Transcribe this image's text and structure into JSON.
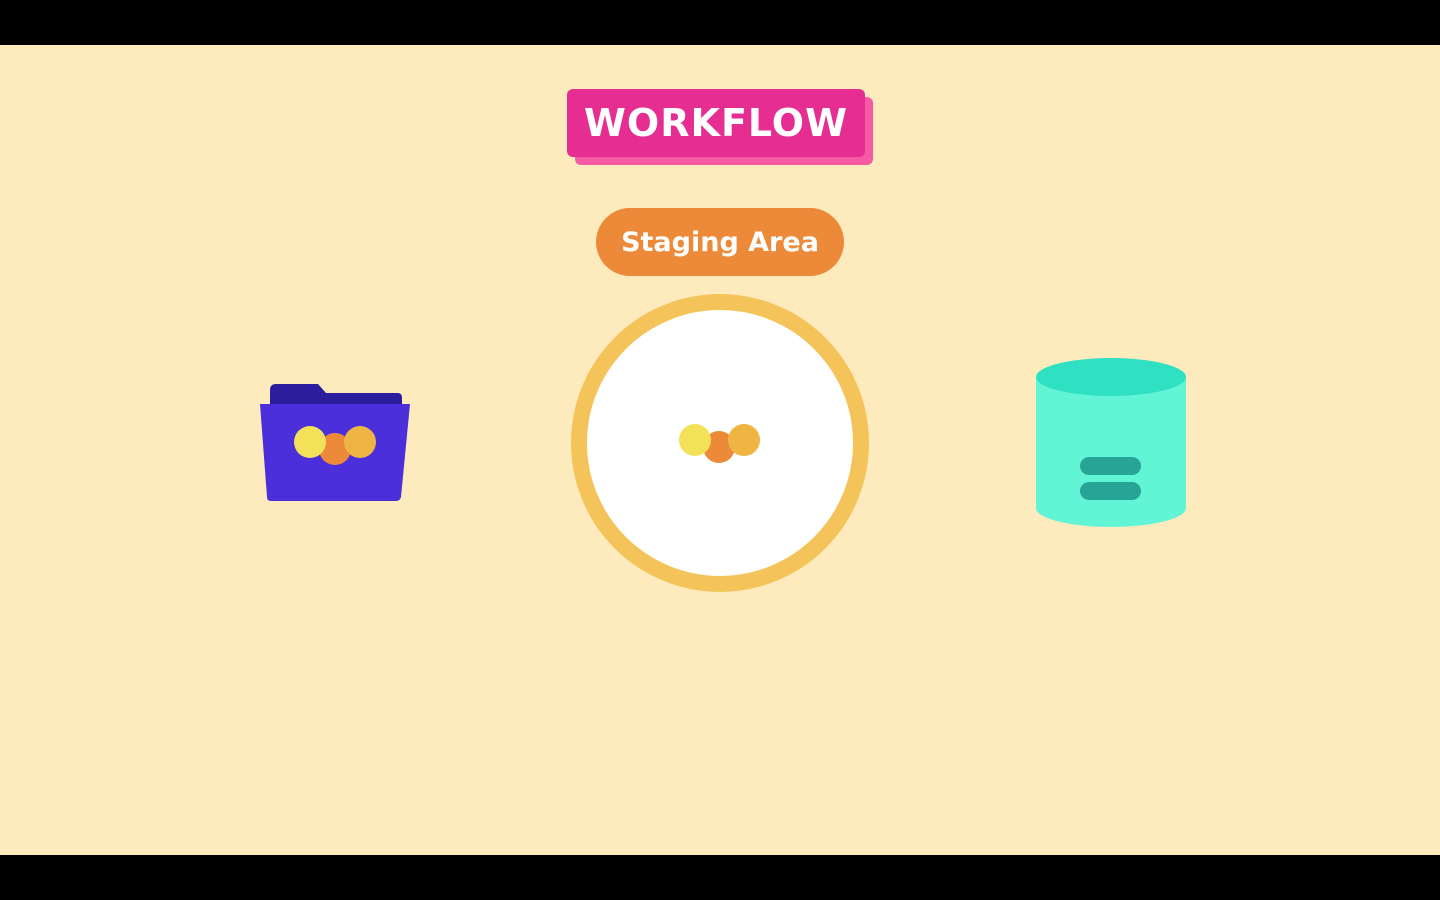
{
  "title": "WORKFLOW",
  "staging_label": "Staging Area",
  "colors": {
    "background": "#FEEBBD",
    "letterbox": "#000000",
    "title_badge": "#E62D92",
    "title_shadow": "#F75AA5",
    "staging_pill": "#EC8A39",
    "ring": "#F4C45A",
    "ring_fill": "#FFFFFF",
    "folder_body": "#4A2FDB",
    "folder_tab": "#2B1E9E",
    "database_top": "#30E0C3",
    "database_body": "#62F5D5",
    "database_slot": "#26A597",
    "dot_yellow": "#F3E15A",
    "dot_orange": "#EC8A39",
    "dot_gold": "#EFB542"
  },
  "nodes": [
    {
      "id": "working-directory",
      "icon": "folder-icon"
    },
    {
      "id": "staging-area",
      "icon": "ring-icon"
    },
    {
      "id": "repository",
      "icon": "database-icon"
    }
  ]
}
